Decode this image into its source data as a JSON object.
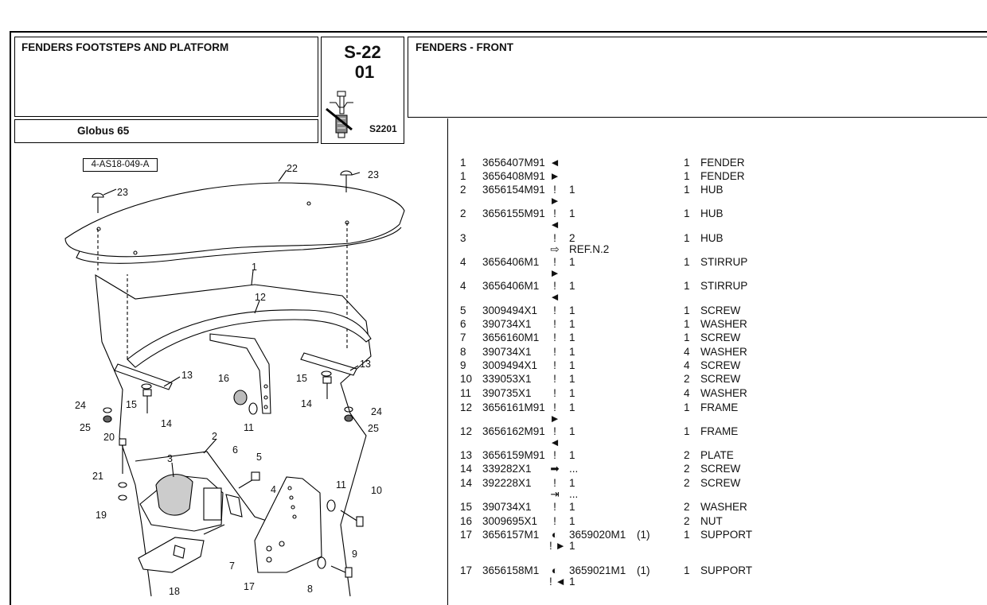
{
  "header": {
    "section_title": "FENDERS FOOTSTEPS AND PLATFORM",
    "code_line1": "S-22",
    "code_line2": "01",
    "sub_code": "S2201",
    "group_title": "FENDERS - FRONT",
    "model": "Globus 65"
  },
  "drawing": {
    "ref_label": "4-AS18-049-A",
    "callouts": [
      "1",
      "2",
      "3",
      "4",
      "5",
      "6",
      "7",
      "8",
      "9",
      "10",
      "11",
      "12",
      "13",
      "14",
      "15",
      "16",
      "17",
      "18",
      "19",
      "20",
      "21",
      "22",
      "23",
      "24",
      "25"
    ]
  },
  "parts": [
    {
      "idx": "1",
      "pn": "3656407M91",
      "mark": "◄",
      "mark2": "",
      "q1": "",
      "q1b": "",
      "note": "",
      "q2": "1",
      "desc": "FENDER"
    },
    {
      "idx": "1",
      "pn": "3656408M91",
      "mark": "►",
      "mark2": "",
      "q1": "",
      "q1b": "",
      "note": "",
      "q2": "1",
      "desc": "FENDER"
    },
    {
      "idx": "2",
      "pn": "3656154M91",
      "mark": "!",
      "mark2": "►",
      "q1": "1",
      "q1b": "",
      "note": "",
      "q2": "1",
      "desc": "HUB"
    },
    {
      "idx": "2",
      "pn": "3656155M91",
      "mark": "!",
      "mark2": "◄",
      "q1": "1",
      "q1b": "",
      "note": "",
      "q2": "1",
      "desc": "HUB"
    },
    {
      "idx": "3",
      "pn": "",
      "mark": "!",
      "mark2": "⇨",
      "q1": "2",
      "q1b": "REF.N.2",
      "note": "",
      "q2": "1",
      "desc": "HUB"
    },
    {
      "idx": "4",
      "pn": "3656406M1",
      "mark": "!",
      "mark2": "►",
      "q1": "1",
      "q1b": "",
      "note": "",
      "q2": "1",
      "desc": "STIRRUP"
    },
    {
      "idx": "4",
      "pn": "3656406M1",
      "mark": "!",
      "mark2": "◄",
      "q1": "1",
      "q1b": "",
      "note": "",
      "q2": "1",
      "desc": "STIRRUP"
    },
    {
      "idx": "5",
      "pn": "3009494X1",
      "mark": "!",
      "mark2": "",
      "q1": "1",
      "q1b": "",
      "note": "",
      "q2": "1",
      "desc": "SCREW"
    },
    {
      "idx": "6",
      "pn": "390734X1",
      "mark": "!",
      "mark2": "",
      "q1": "1",
      "q1b": "",
      "note": "",
      "q2": "1",
      "desc": "WASHER"
    },
    {
      "idx": "7",
      "pn": "3656160M1",
      "mark": "!",
      "mark2": "",
      "q1": "1",
      "q1b": "",
      "note": "",
      "q2": "1",
      "desc": "SCREW"
    },
    {
      "idx": "8",
      "pn": "390734X1",
      "mark": "!",
      "mark2": "",
      "q1": "1",
      "q1b": "",
      "note": "",
      "q2": "4",
      "desc": "WASHER"
    },
    {
      "idx": "9",
      "pn": "3009494X1",
      "mark": "!",
      "mark2": "",
      "q1": "1",
      "q1b": "",
      "note": "",
      "q2": "4",
      "desc": "SCREW"
    },
    {
      "idx": "10",
      "pn": "339053X1",
      "mark": "!",
      "mark2": "",
      "q1": "1",
      "q1b": "",
      "note": "",
      "q2": "2",
      "desc": "SCREW"
    },
    {
      "idx": "11",
      "pn": "390735X1",
      "mark": "!",
      "mark2": "",
      "q1": "1",
      "q1b": "",
      "note": "",
      "q2": "4",
      "desc": "WASHER"
    },
    {
      "idx": "12",
      "pn": "3656161M91",
      "mark": "!",
      "mark2": "►",
      "q1": "1",
      "q1b": "",
      "note": "",
      "q2": "1",
      "desc": "FRAME"
    },
    {
      "idx": "12",
      "pn": "3656162M91",
      "mark": "!",
      "mark2": "◄",
      "q1": "1",
      "q1b": "",
      "note": "",
      "q2": "1",
      "desc": "FRAME"
    },
    {
      "idx": "13",
      "pn": "3656159M91",
      "mark": "!",
      "mark2": "",
      "q1": "1",
      "q1b": "",
      "note": "",
      "q2": "2",
      "desc": "PLATE"
    },
    {
      "idx": "14",
      "pn": "339282X1",
      "mark": "➡",
      "mark2": "",
      "q1": "...",
      "q1b": "",
      "note": "",
      "q2": "2",
      "desc": "SCREW"
    },
    {
      "idx": "14",
      "pn": "392228X1",
      "mark": "!",
      "mark2": "⇥",
      "q1": "1",
      "q1b": "...",
      "note": "",
      "q2": "2",
      "desc": "SCREW"
    },
    {
      "idx": "15",
      "pn": "390734X1",
      "mark": "!",
      "mark2": "",
      "q1": "1",
      "q1b": "",
      "note": "",
      "q2": "2",
      "desc": "WASHER"
    },
    {
      "idx": "16",
      "pn": "3009695X1",
      "mark": "!",
      "mark2": "",
      "q1": "1",
      "q1b": "",
      "note": "",
      "q2": "2",
      "desc": "NUT"
    },
    {
      "idx": "17",
      "pn": "3656157M1",
      "mark": "◐",
      "mark2": "! ►",
      "q1": "3659020M1",
      "q1b": "1",
      "note": "(1)",
      "q2": "1",
      "desc": "SUPPORT"
    },
    {
      "idx": "17",
      "pn": "3656158M1",
      "mark": "◐",
      "mark2": "! ◄",
      "q1": "3659021M1",
      "q1b": "1",
      "note": "(1)",
      "q2": "1",
      "desc": "SUPPORT"
    }
  ]
}
